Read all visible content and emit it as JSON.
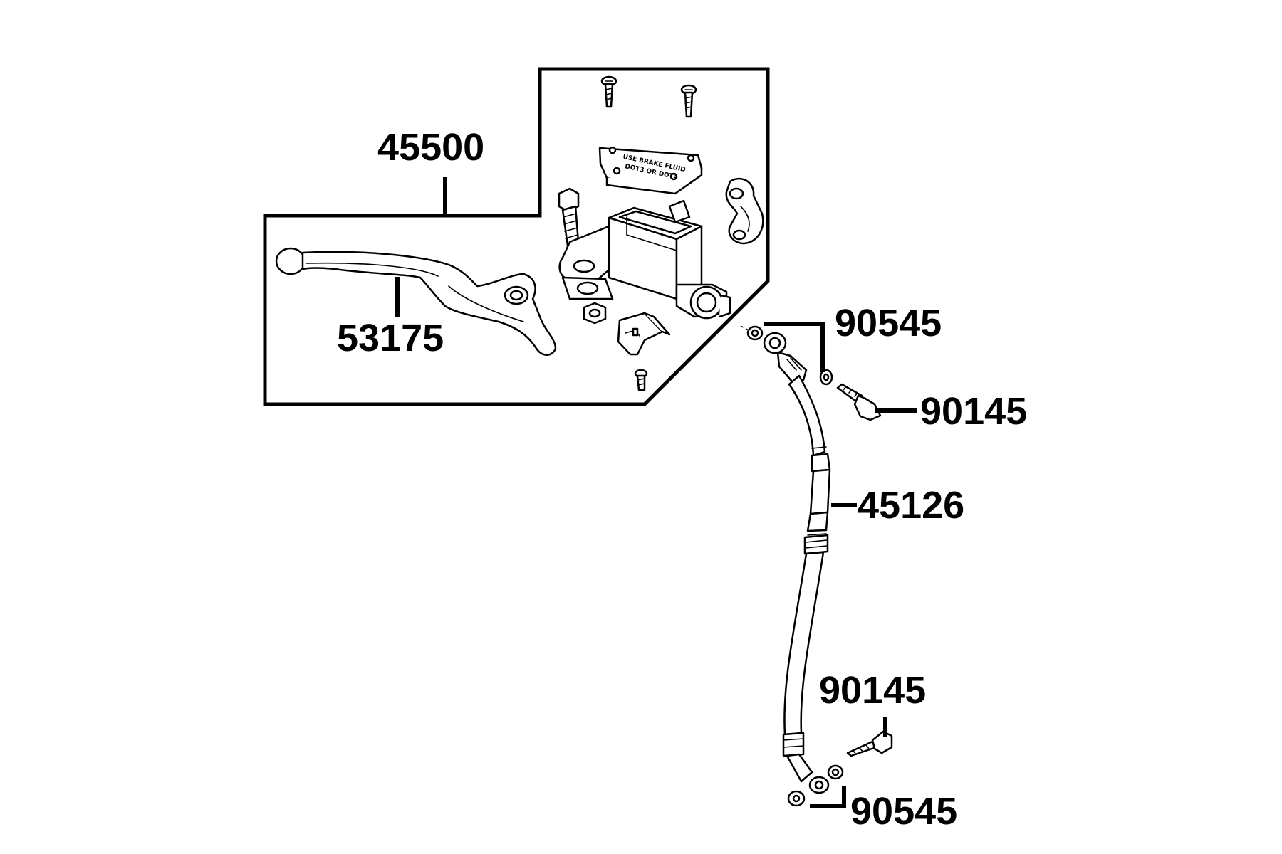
{
  "colors": {
    "ink": "#000000",
    "background": "#ffffff"
  },
  "labels": {
    "master_cylinder_kit": "45500",
    "brake_lever": "53175",
    "washer_top": "90545",
    "banjo_bolt_top": "90145",
    "brake_hose": "45126",
    "banjo_bolt_bottom": "90145",
    "washer_bottom": "90545"
  },
  "reservoir_cap_text": [
    "USE BRAKE FLUID",
    "DOT3 OR DOT4"
  ]
}
